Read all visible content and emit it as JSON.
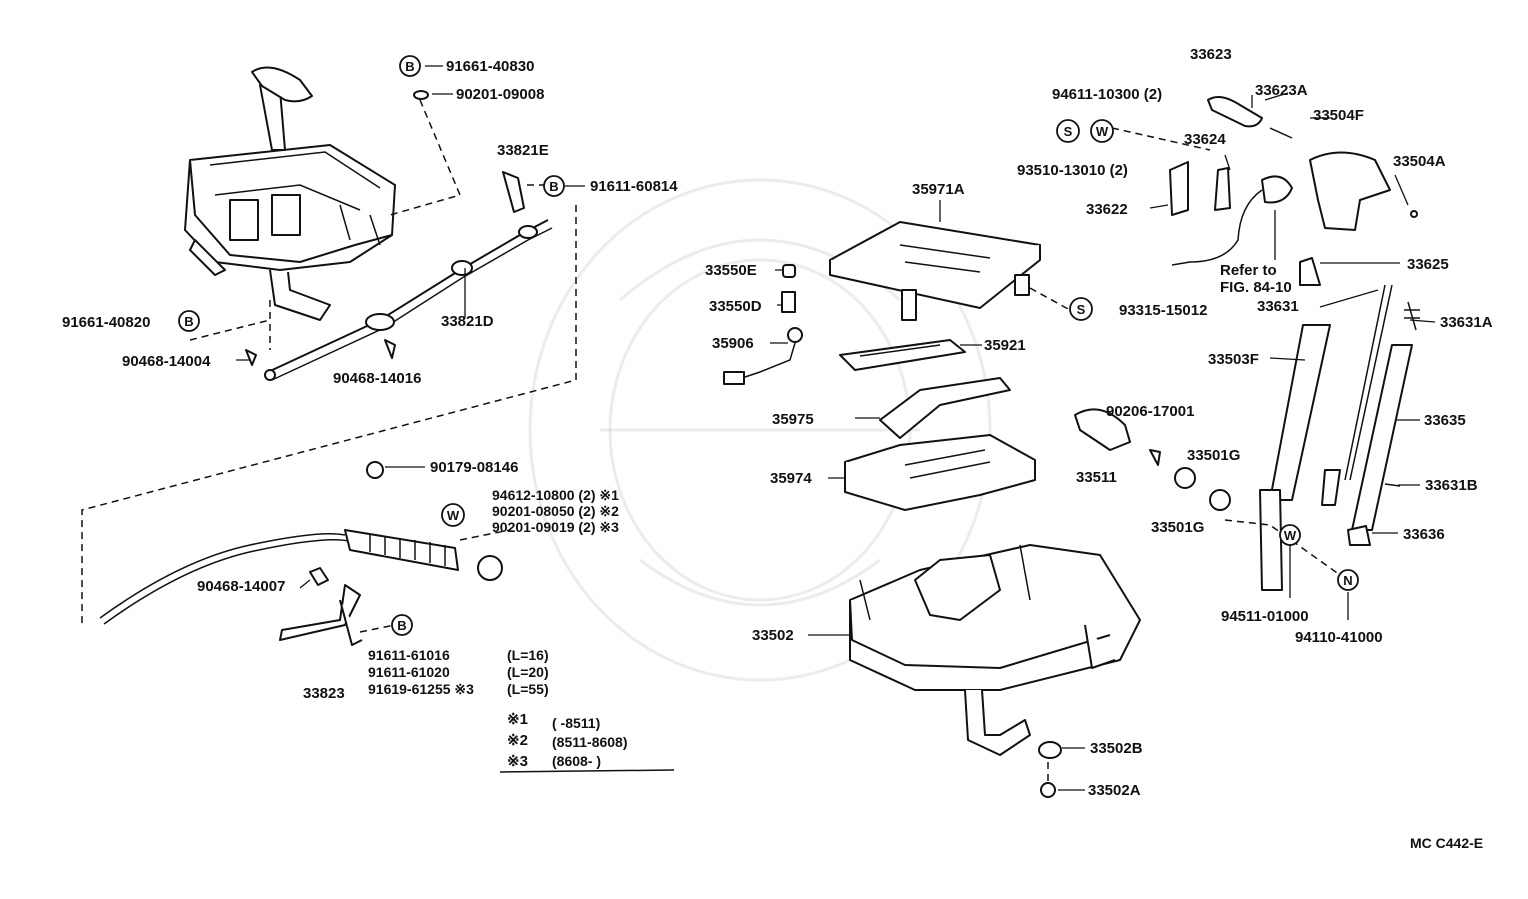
{
  "figure_code": "MC C442-E",
  "symbols": {
    "B": "B",
    "W": "W",
    "S": "S",
    "N": "N"
  },
  "labels": {
    "p91661_40830": "91661-40830",
    "p90201_09008": "90201-09008",
    "p33821E": "33821E",
    "p91611_60814": "91611-60814",
    "p91661_40820": "91661-40820",
    "p90468_14004": "90468-14004",
    "p90468_14016": "90468-14016",
    "p33821D": "33821D",
    "p90179_08146": "90179-08146",
    "p94612_10800": "94612-10800 (2) ※1",
    "p90201_08050": "90201-08050 (2) ※2",
    "p90201_09019": "90201-09019 (2) ※3",
    "p90468_14007": "90468-14007",
    "p33823": "33823",
    "p91611_61016": "91611-61016",
    "p91611_61020": "91611-61020",
    "p91619_61255": "91619-61255 ※3",
    "len_16": "(L=16)",
    "len_20": "(L=20)",
    "len_55": "(L=55)",
    "p33550E": "33550E",
    "p33550D": "33550D",
    "p35906": "35906",
    "p35971A": "35971A",
    "p35921": "35921",
    "p35975": "35975",
    "p35974": "35974",
    "p33502": "33502",
    "p33502B": "33502B",
    "p33502A": "33502A",
    "p93315_15012": "93315-15012",
    "p94611_10300": "94611-10300 (2)",
    "p93510_13010": "93510-13010 (2)",
    "p33623": "33623",
    "p33623A": "33623A",
    "p33624": "33624",
    "p33622": "33622",
    "p33504F": "33504F",
    "p33504A": "33504A",
    "refer": "Refer to",
    "refer_fig": "FIG. 84-10",
    "p33625": "33625",
    "p33631": "33631",
    "p33631A": "33631A",
    "p33503F": "33503F",
    "p33635": "33635",
    "p90206_17001": "90206-17001",
    "p33511": "33511",
    "p33501G_a": "33501G",
    "p33501G_b": "33501G",
    "p33631B": "33631B",
    "p33636": "33636",
    "p94511_01000": "94511-01000",
    "p94110_41000": "94110-41000"
  },
  "footnotes": [
    {
      "mark": "※1",
      "range": "(        -8511)"
    },
    {
      "mark": "※2",
      "range": "(8511-8608)"
    },
    {
      "mark": "※3",
      "range": "(8608-        )"
    }
  ],
  "colors": {
    "ink": "#111111",
    "paper": "#ffffff",
    "watermark": "#c8c8c8"
  }
}
